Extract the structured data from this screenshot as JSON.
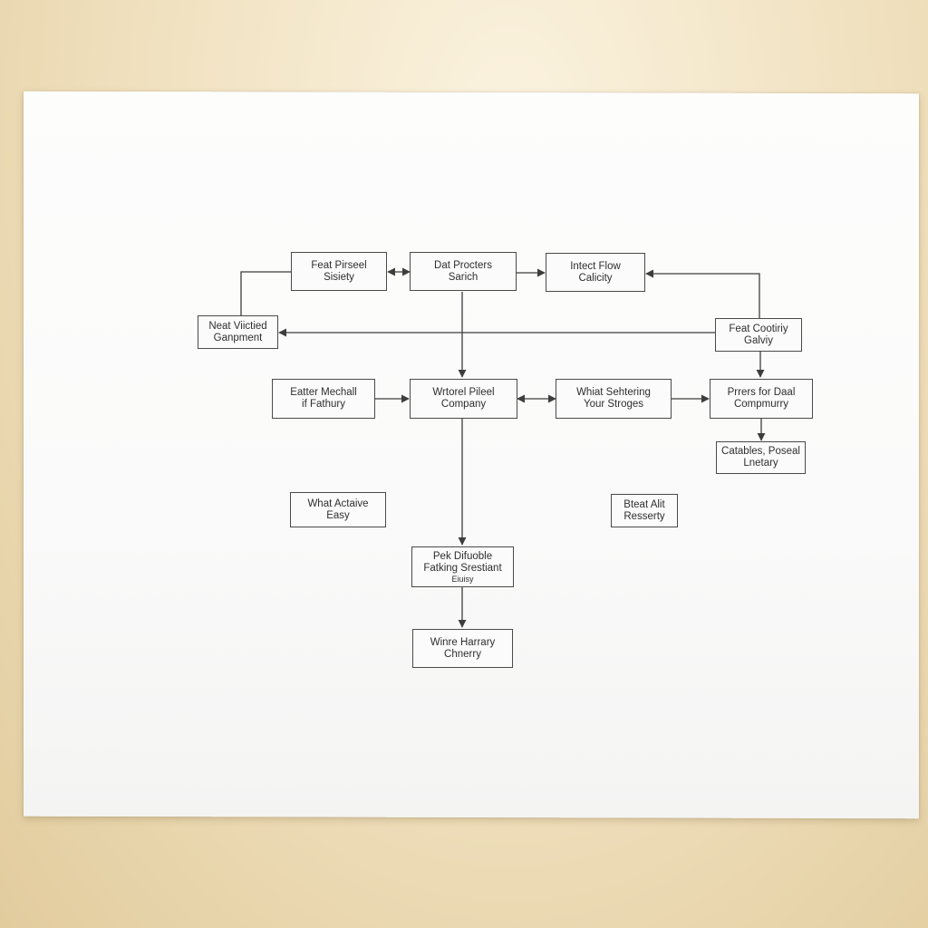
{
  "diagram": {
    "nodes": [
      {
        "id": "n1",
        "lines": [
          "Feat Pirseel",
          "Sisiety"
        ]
      },
      {
        "id": "n2",
        "lines": [
          "Dat Procters",
          "Sarich"
        ]
      },
      {
        "id": "n3",
        "lines": [
          "Intect Flow",
          "Calicity"
        ]
      },
      {
        "id": "n4",
        "lines": [
          "Neat Viictied",
          "Ganpment"
        ]
      },
      {
        "id": "n5",
        "lines": [
          "Feat Cootiriy",
          "Galviy"
        ]
      },
      {
        "id": "n6",
        "lines": [
          "Eatter Mechall",
          "if Fathury"
        ]
      },
      {
        "id": "n7",
        "lines": [
          "Wrtorel Pileel",
          "Company"
        ]
      },
      {
        "id": "n8",
        "lines": [
          "Whiat Sehtering",
          "Your Stroges"
        ]
      },
      {
        "id": "n9",
        "lines": [
          "Prrers for Daal",
          "Compmurry"
        ]
      },
      {
        "id": "n10",
        "lines": [
          "Catables, Poseal",
          "Lnetary"
        ]
      },
      {
        "id": "n11",
        "lines": [
          "What Actaive",
          "Easy"
        ]
      },
      {
        "id": "n12",
        "lines": [
          "Bteat Alit",
          "Resserty"
        ]
      },
      {
        "id": "n13",
        "lines": [
          "Pek Difuoble",
          "Fatking Srestiant",
          "Eiuisy"
        ]
      },
      {
        "id": "n14",
        "lines": [
          "Winre Harrary",
          "Chnerry"
        ]
      }
    ],
    "edges": [
      {
        "from": "n1",
        "to": "n2",
        "direction": "both"
      },
      {
        "from": "n2",
        "to": "n3",
        "direction": "forward"
      },
      {
        "from": "n5",
        "to": "n3",
        "direction": "forward"
      },
      {
        "from": "n1",
        "to": "n4",
        "direction": "none"
      },
      {
        "from": "n5",
        "to": "n4",
        "direction": "forward"
      },
      {
        "from": "n2",
        "to": "n7",
        "direction": "forward"
      },
      {
        "from": "n5",
        "to": "n9",
        "direction": "forward"
      },
      {
        "from": "n6",
        "to": "n7",
        "direction": "forward"
      },
      {
        "from": "n7",
        "to": "n8",
        "direction": "both"
      },
      {
        "from": "n8",
        "to": "n9",
        "direction": "forward"
      },
      {
        "from": "n9",
        "to": "n10",
        "direction": "forward"
      },
      {
        "from": "n7",
        "to": "n13",
        "direction": "forward"
      },
      {
        "from": "n13",
        "to": "n14",
        "direction": "forward"
      }
    ]
  }
}
